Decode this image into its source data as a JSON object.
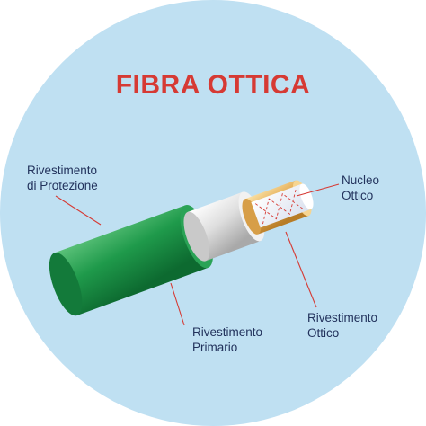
{
  "title": "FIBRA OTTICA",
  "labels": {
    "rivestimento_protezione": [
      "Rivestimento",
      "di Protezione"
    ],
    "nucleo_ottico": [
      "Nucleo",
      "Ottico"
    ],
    "rivestimento_primario": [
      "Rivestimento",
      "Primario"
    ],
    "rivestimento_ottico": [
      "Rivestimento",
      "Ottico"
    ]
  },
  "colors": {
    "background_circle": "#bfe0f2",
    "title": "#d63a34",
    "label_text": "#22325c",
    "leader_line": "#d63a34",
    "protective_jacket": "#1f9a4b",
    "primary_coating": "#dcdcdc",
    "optical_cladding": "#e6b35c",
    "optical_core": "#f2f5fb"
  }
}
